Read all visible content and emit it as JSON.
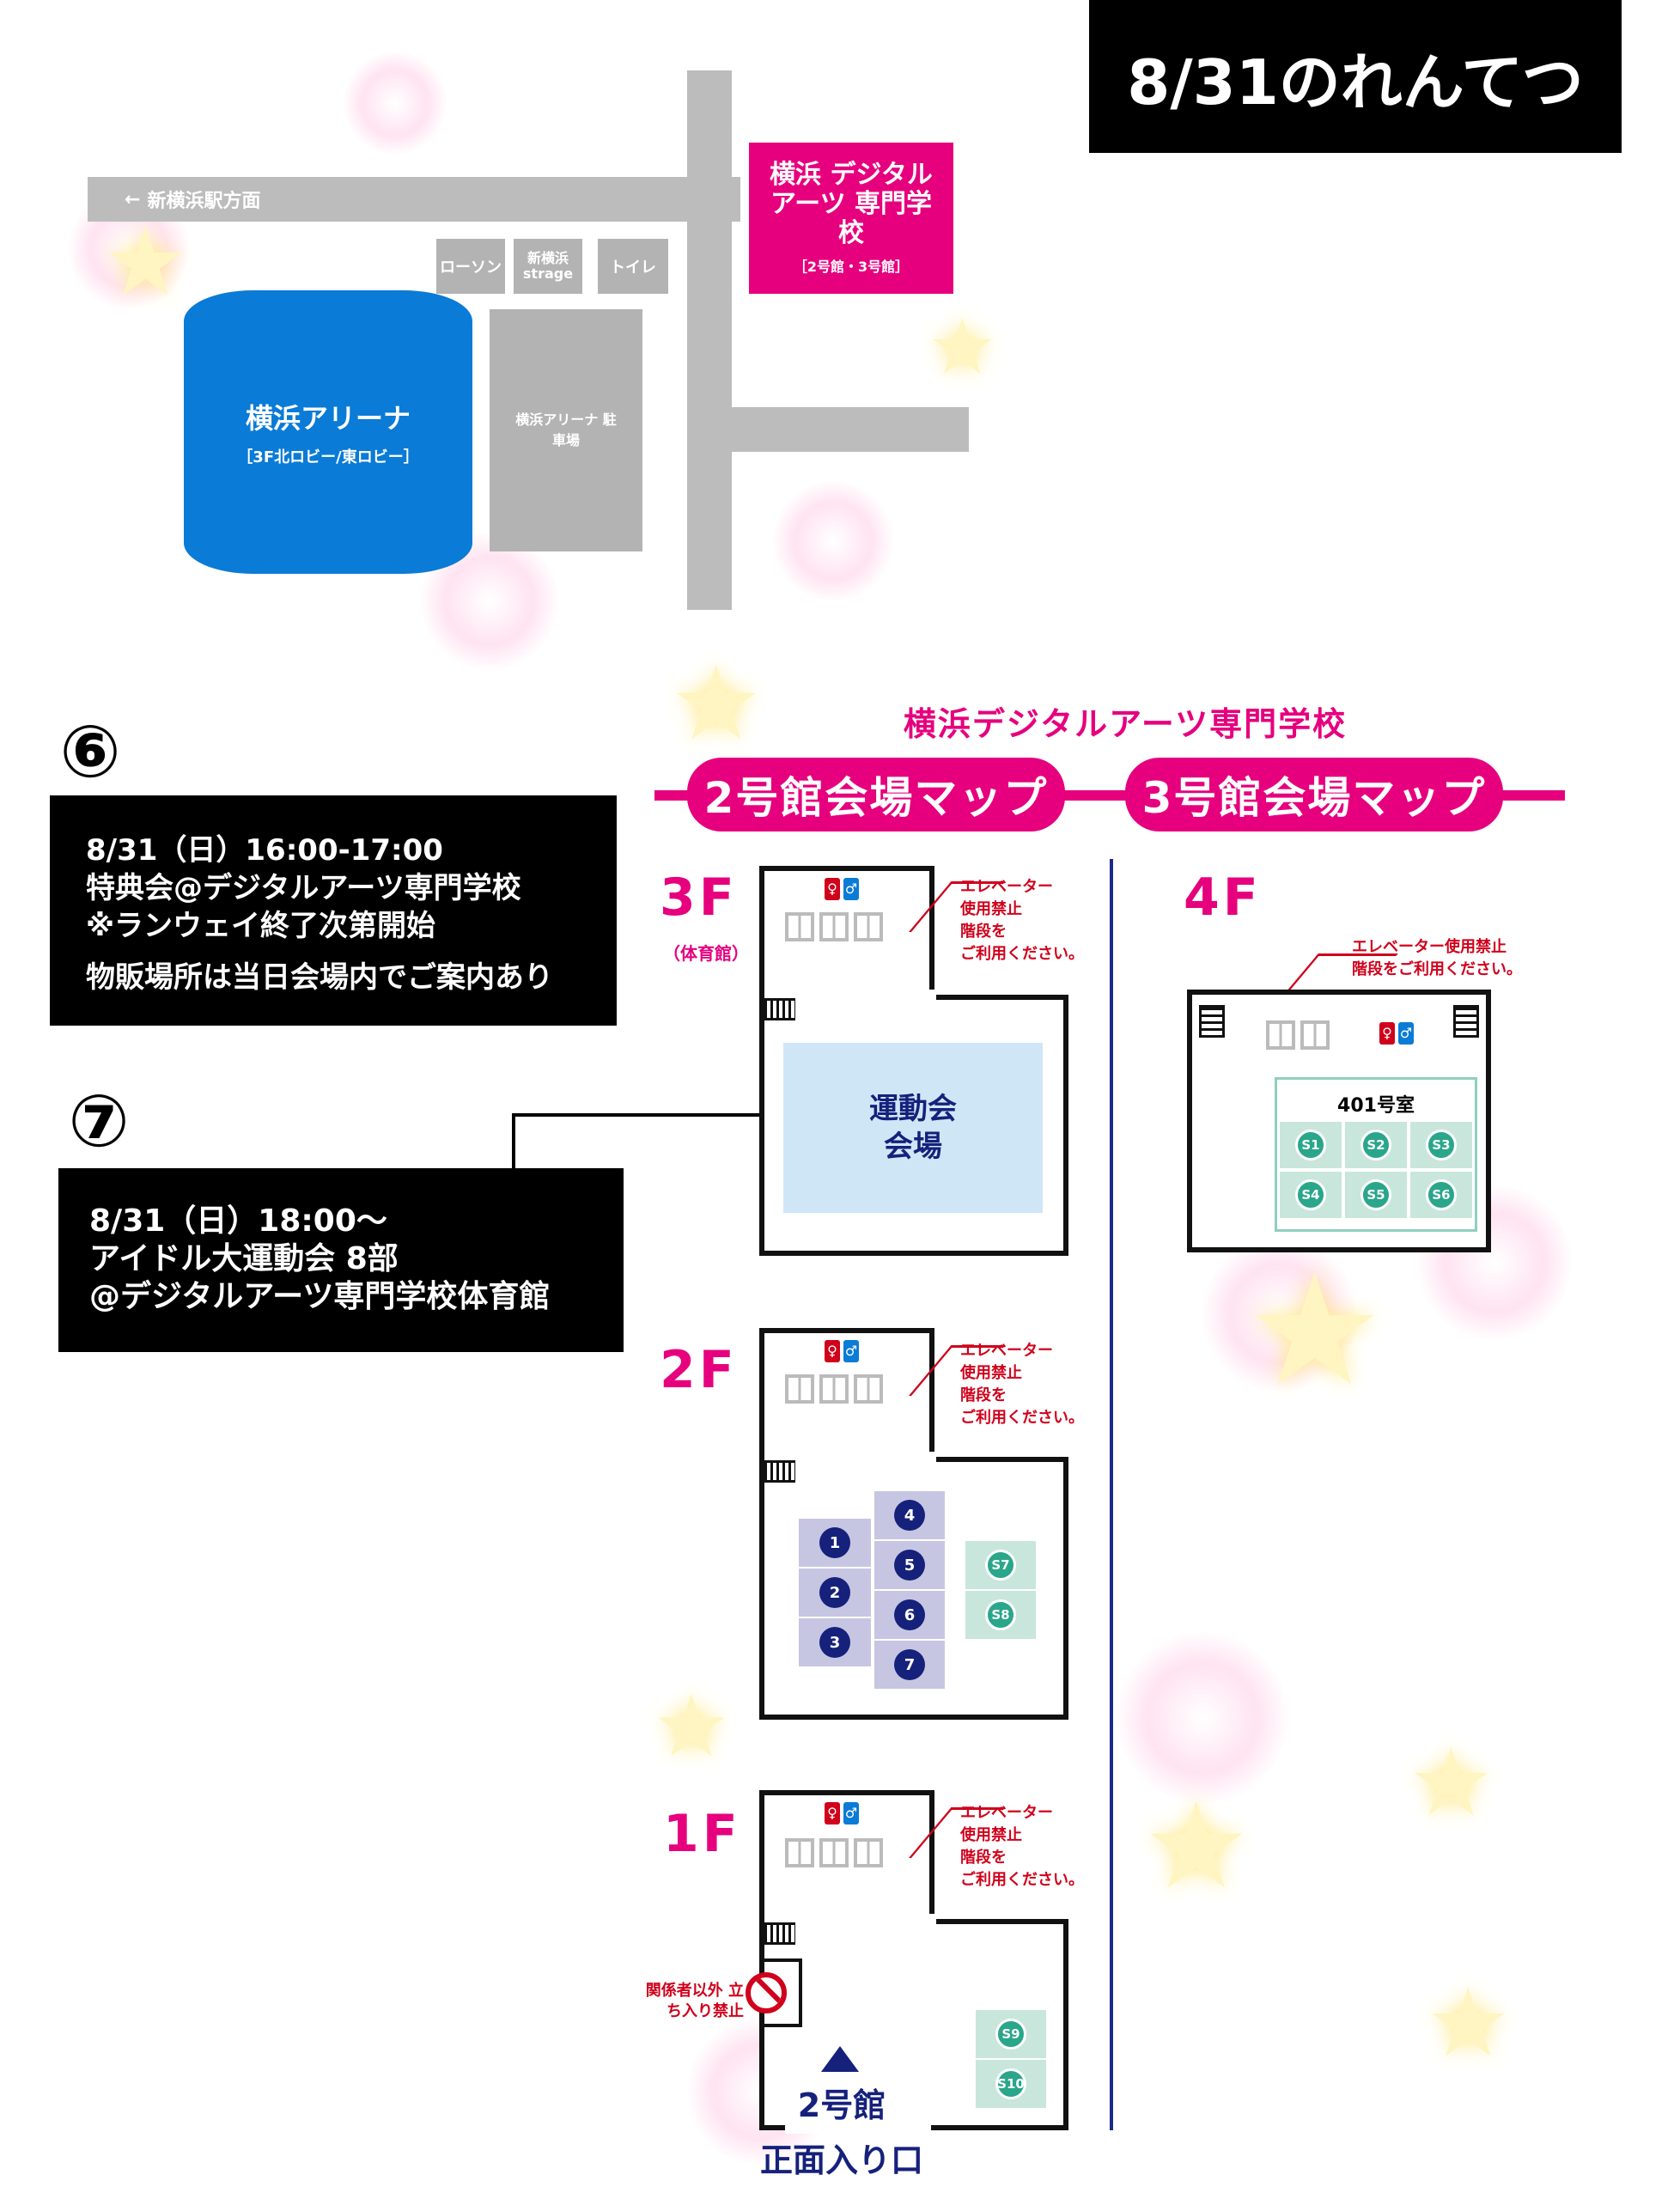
{
  "header": {
    "title": "8/31のれんてつ"
  },
  "area_map": {
    "direction_label": "新横浜駅方面",
    "lawson": "ローソン",
    "strage": "新横浜 strage",
    "toilet": "トイレ",
    "arena": {
      "name": "横浜アリーナ",
      "sub": "［3F北ロビー/東ロビー］"
    },
    "parking": "横浜アリーナ 駐車場",
    "school": {
      "name": "横浜 デジタルアーツ 専門学校",
      "sub": "［2号館・3号館］"
    }
  },
  "events": [
    {
      "number": "⑥",
      "lines": [
        "8/31（日）16:00-17:00",
        "特典会@デジタルアーツ専門学校",
        "※ランウェイ終了次第開始",
        "物販場所は当日会場内でご案内あり"
      ]
    },
    {
      "number": "⑦",
      "lines": [
        "8/31（日）18:00～",
        "アイドル大運動会 8部",
        "@デジタルアーツ専門学校体育館"
      ]
    }
  ],
  "venue": {
    "school_title": "横浜デジタルアーツ専門学校",
    "map2_label": "2号館会場マップ",
    "map3_label": "3号館会場マップ",
    "elevator_note": [
      "エレベーター",
      "使用禁止",
      "階段を",
      "ご利用ください。"
    ],
    "elevator_note_4f": [
      "エレベーター使用禁止",
      "階段をご利用ください。"
    ],
    "floor_3f": {
      "label": "3F",
      "sub": "（体育館）",
      "hall": "運動会 会場"
    },
    "floor_2f": {
      "label": "2F",
      "booths_blue": [
        "1",
        "2",
        "3",
        "4",
        "5",
        "6",
        "7"
      ],
      "booths_green": [
        "S7",
        "S8"
      ]
    },
    "floor_1f": {
      "label": "1F",
      "no_entry": "関係者以外 立ち入り禁止",
      "booths_green": [
        "S9",
        "S10"
      ],
      "building": "2号館",
      "entrance": "正面入り口"
    },
    "floor_4f": {
      "label": "4F",
      "room": "401号室",
      "booths_green": [
        "S1",
        "S2",
        "S3",
        "S4",
        "S5",
        "S6"
      ]
    }
  },
  "colors": {
    "magenta": "#e6007e",
    "blue": "#0a7bd6",
    "navy": "#15217b",
    "green": "#2aa68a",
    "red": "#d0011b"
  }
}
